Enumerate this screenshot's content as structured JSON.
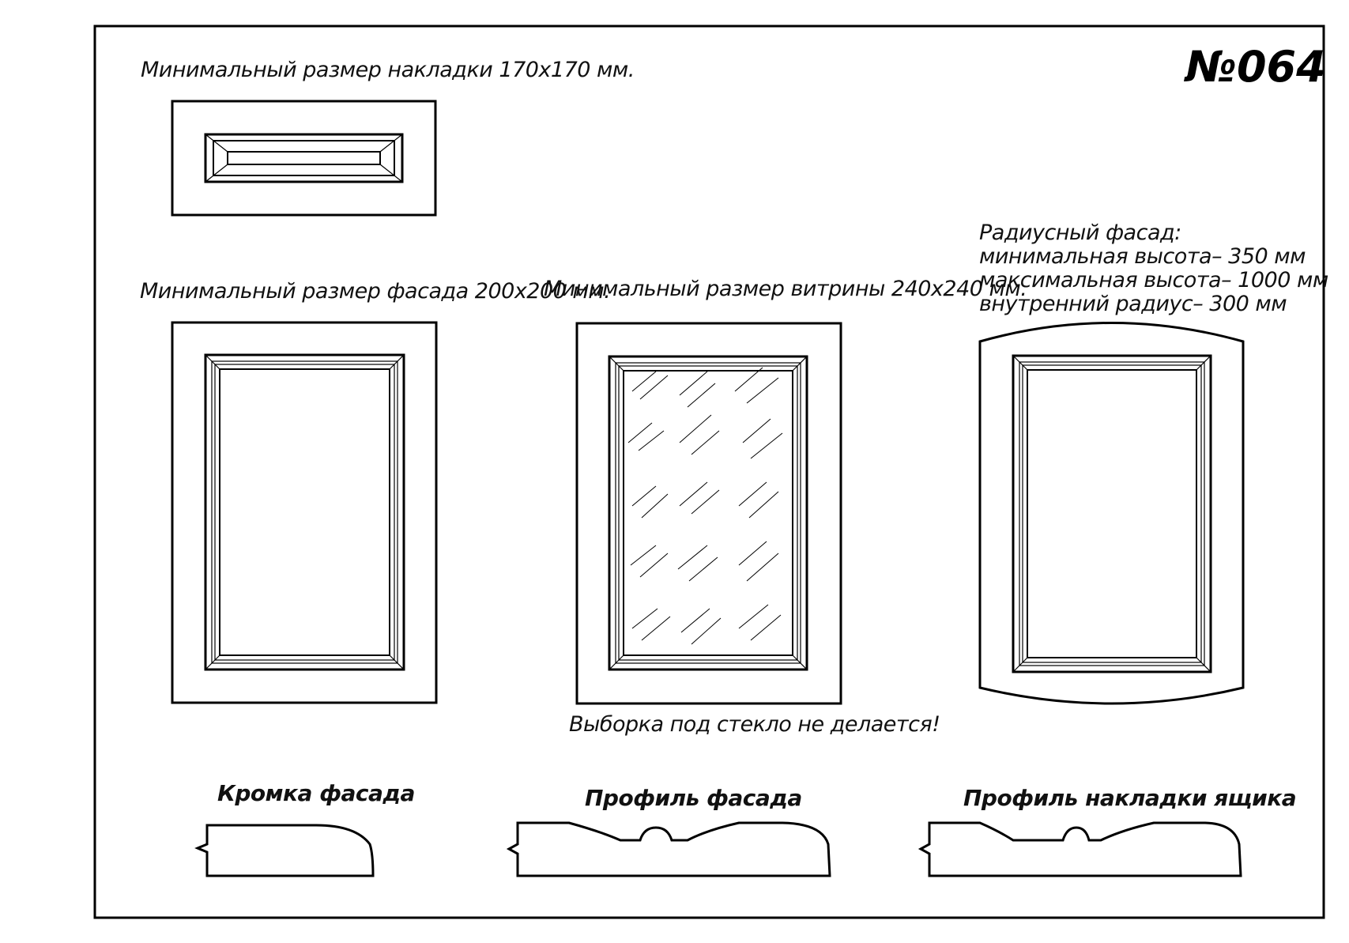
{
  "sheet": {
    "number": "№064"
  },
  "labels": {
    "overlay_min": "Минимальный размер накладки 170х170 мм.",
    "facade_min": "Минимальный размер фасада 200х200 мм.",
    "showcase_min": "Минимальный размер витрины 240х240 мм.",
    "radius_title": "Радиусный фасад:",
    "radius_min_height": "минимальная высота– 350 мм",
    "radius_max_height": "максимальная высота– 1000 мм",
    "radius_inner_radius": "внутренний радиус– 300 мм",
    "glass_note": "Выборка под стекло не делается!",
    "edge_profile": "Кромка фасада",
    "facade_profile": "Профиль фасада",
    "drawer_profile": "Профиль накладки ящика"
  }
}
